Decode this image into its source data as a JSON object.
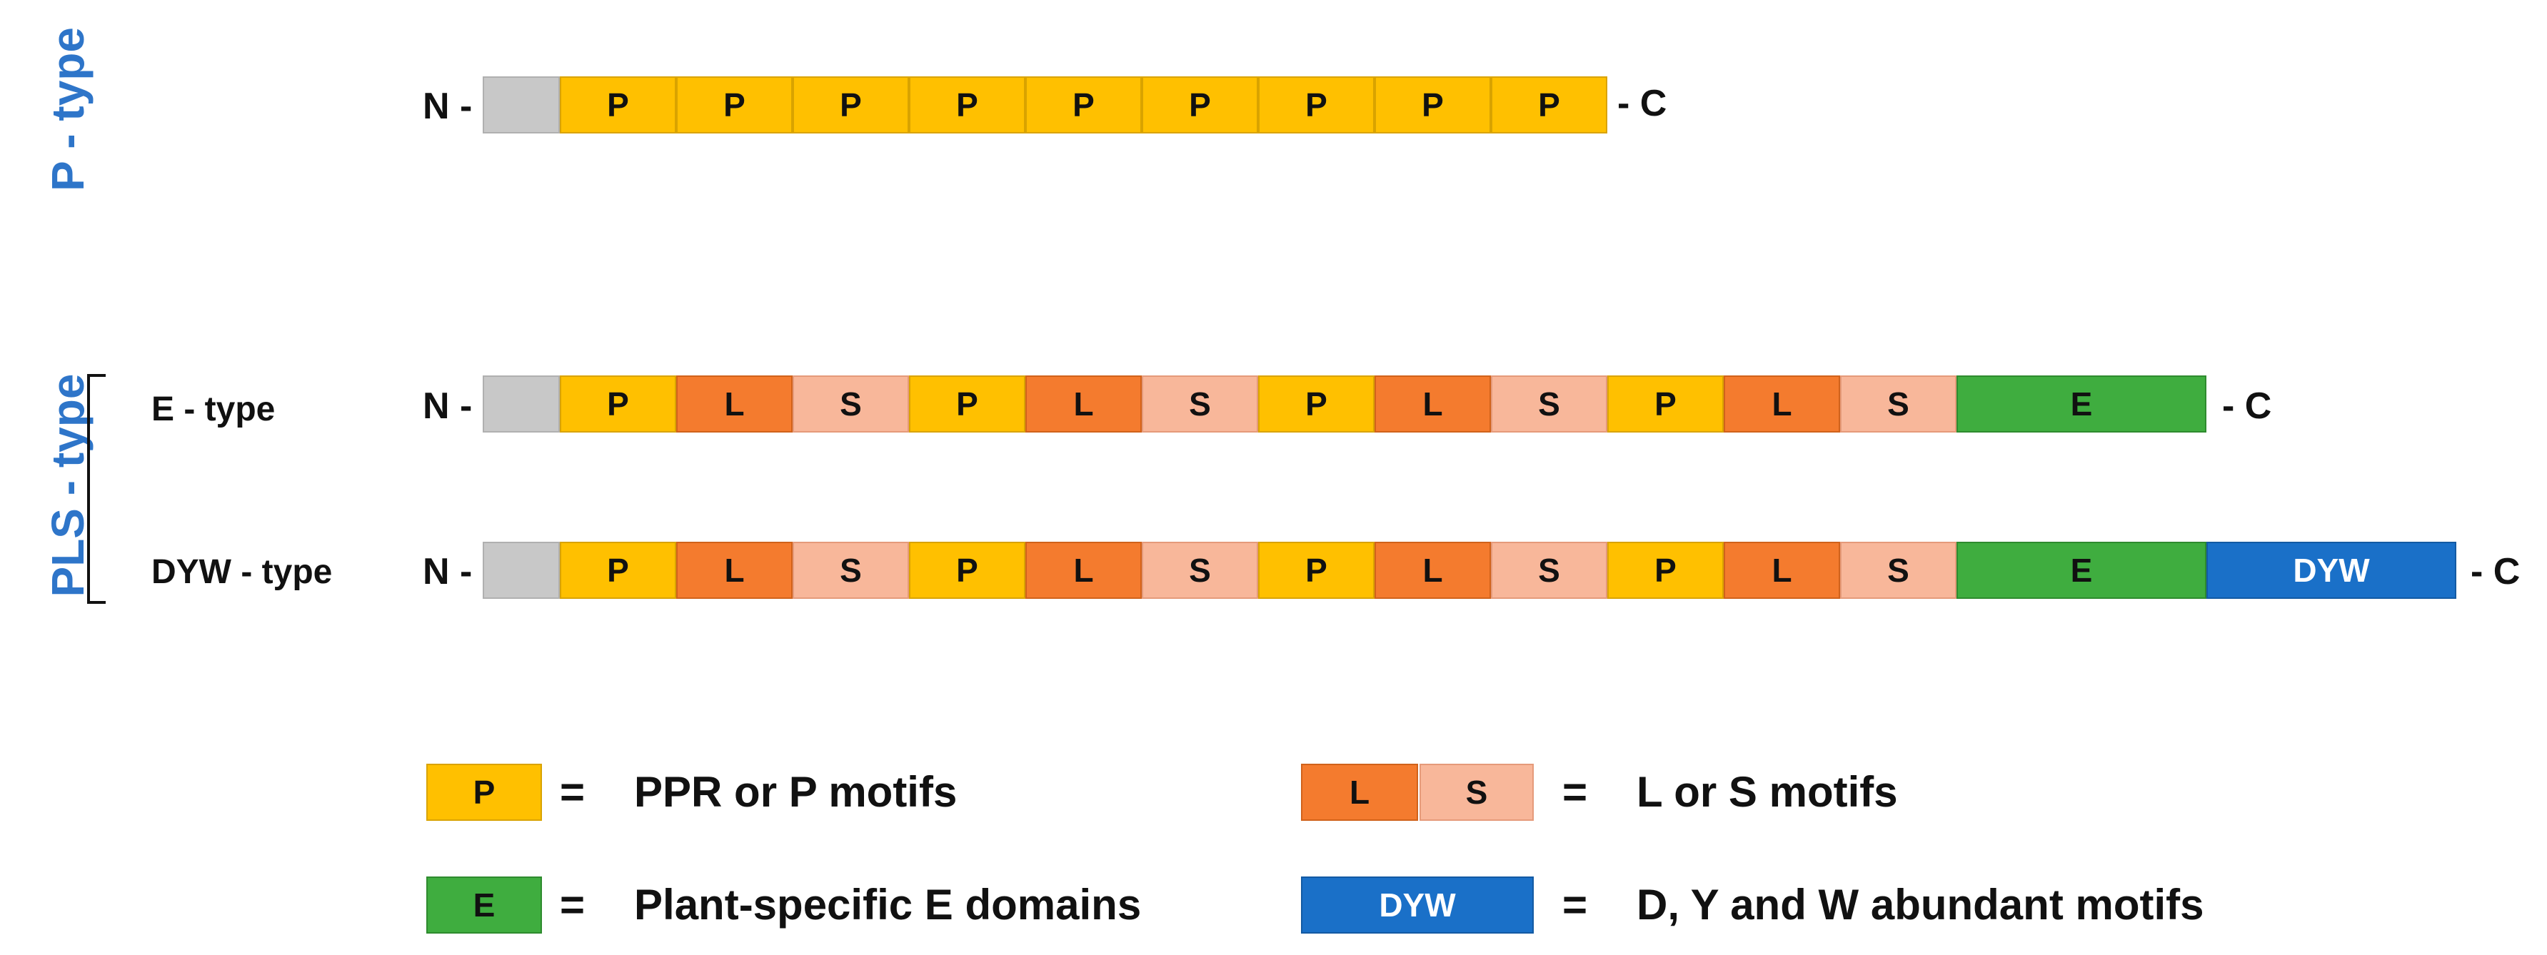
{
  "labels": {
    "p_type": "P - type",
    "pls_type": "PLS - type",
    "e_type": "E - type",
    "dyw_type": "DYW - type",
    "n_term": "N -",
    "c_term": "- C"
  },
  "colors": {
    "N": {
      "fill": "#c8c8c8",
      "border": "#b0b0b0"
    },
    "P": {
      "fill": "#ffc000",
      "border": "#d9a300"
    },
    "L": {
      "fill": "#f47b2e",
      "border": "#d0621b"
    },
    "S": {
      "fill": "#f8b79a",
      "border": "#e59a7a"
    },
    "E": {
      "fill": "#3fad3f",
      "border": "#2e8b2e"
    },
    "DYW": {
      "fill": "#1a70c8",
      "border": "#135aa3"
    },
    "label_blue": "#2e75c9"
  },
  "tracks": {
    "p_type": [
      "N",
      "P",
      "P",
      "P",
      "P",
      "P",
      "P",
      "P",
      "P",
      "P"
    ],
    "e_type": [
      "N",
      "P",
      "L",
      "S",
      "P",
      "L",
      "S",
      "P",
      "L",
      "S",
      "P",
      "L",
      "S",
      "E"
    ],
    "dyw_type": [
      "N",
      "P",
      "L",
      "S",
      "P",
      "L",
      "S",
      "P",
      "L",
      "S",
      "P",
      "L",
      "S",
      "E",
      "DYW"
    ]
  },
  "legend": {
    "p_box": "P",
    "p_text": "PPR or P motifs",
    "l_box": "L",
    "s_box": "S",
    "ls_text": "L or S motifs",
    "e_box": "E",
    "e_text": "Plant-specific E domains",
    "dyw_box": "DYW",
    "dyw_text": "D, Y and W abundant motifs",
    "equals": "="
  }
}
